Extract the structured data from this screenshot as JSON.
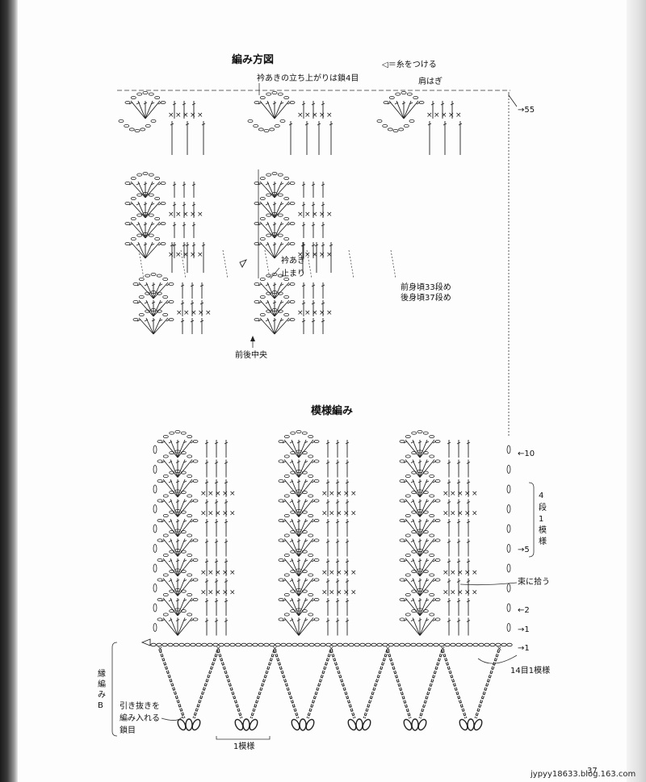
{
  "diagram": {
    "chart_title": "編み方図",
    "legend_attach": "◁＝糸をつける",
    "neck_note": "衿あきの立ち上がりは鎖4目",
    "shoulder_label": "肩はぎ",
    "row_55": "→55",
    "neck_stop": "衿あき\n止まり",
    "row_front": "前身頃33段め",
    "row_back": "後身頃37段め",
    "center_label": "前後中央",
    "pattern_title": "模様編み",
    "row_10": "←10",
    "repeat_note": "4段1模様",
    "row_5": "→5",
    "bundle_note": "束に拾う",
    "row_2": "←2",
    "row_1a": "→1",
    "row_1b": "→1",
    "st_repeat": "14目1模様",
    "edge_label": "縁編みB",
    "slip_note_1": "引き抜きを",
    "slip_note_2": "編み入れる",
    "slip_note_3": "鎖目",
    "one_repeat": "1模様",
    "watermark": "jypyy18633.blog.163.com",
    "page_number": "37"
  }
}
